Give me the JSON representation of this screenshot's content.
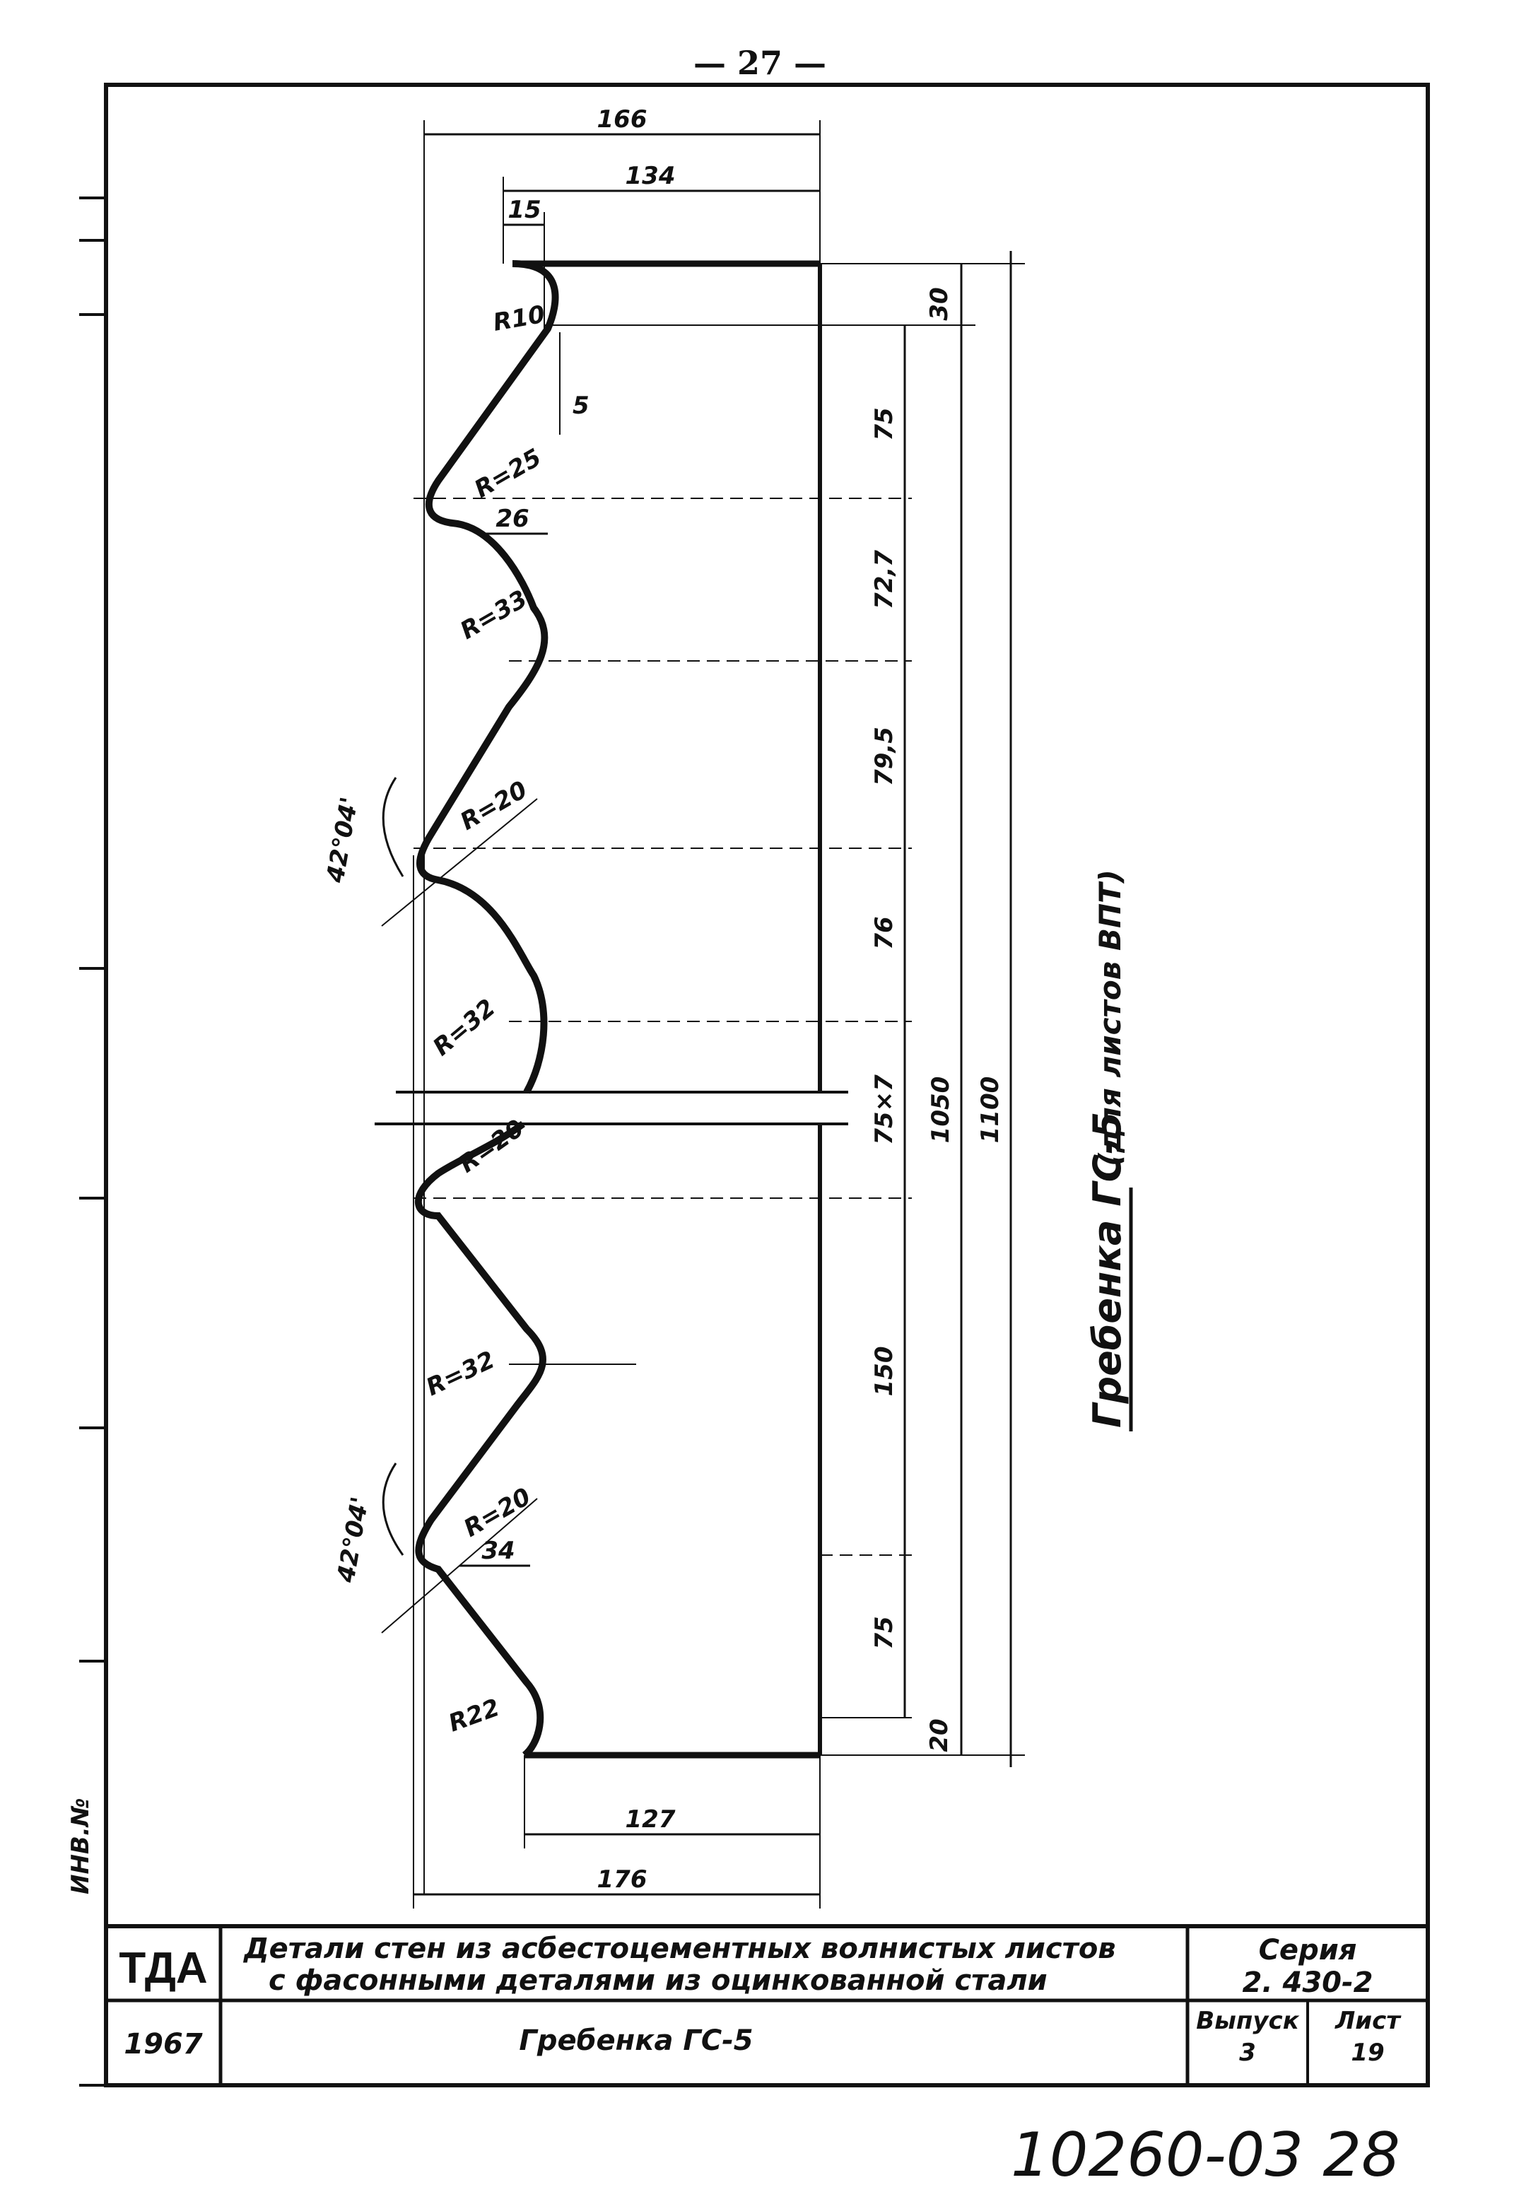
{
  "page_number": "— 27 —",
  "dimensions": {
    "top_overall": "166",
    "top_inner": "134",
    "top_offset": "15",
    "bottom_inner": "127",
    "bottom_overall": "176",
    "gap_5": "5",
    "step_26": "26",
    "step_34": "34",
    "right_top": "30",
    "right_bottom": "20",
    "seg_1": "75",
    "seg_2": "72,7",
    "seg_3": "79,5",
    "seg_4": "76",
    "seg_5": "75×7",
    "seg_6": "150",
    "seg_7": "75",
    "total_inner": "1050",
    "total_overall": "1100"
  },
  "radii": {
    "r1": "R10",
    "r2": "R=25",
    "r3": "R=33",
    "r4": "R=20",
    "r5": "R=32",
    "r6": "R=20",
    "r7": "R=32",
    "r8": "R=20",
    "r9": "R22"
  },
  "angles": {
    "a1": "42°04'",
    "a2": "42°04'"
  },
  "caption": {
    "main": "Гребенка ГС-5",
    "sub": "(для листов ВПТ)"
  },
  "side_code": "ИНВ.№",
  "title_block": {
    "org": "ТДА",
    "title_line1": "Детали стен из асбестоцементных волнистых листов",
    "title_line2": "с фасонными деталями из оцинкованной стали",
    "series_label": "Серия",
    "series_value": "2. 430-2",
    "year": "1967",
    "sheet_name": "Гребенка  ГС-5",
    "issue_label": "Выпуск",
    "issue_value": "3",
    "sheet_label": "Лист",
    "sheet_value": "19"
  },
  "archive_number": "10260-03  28"
}
